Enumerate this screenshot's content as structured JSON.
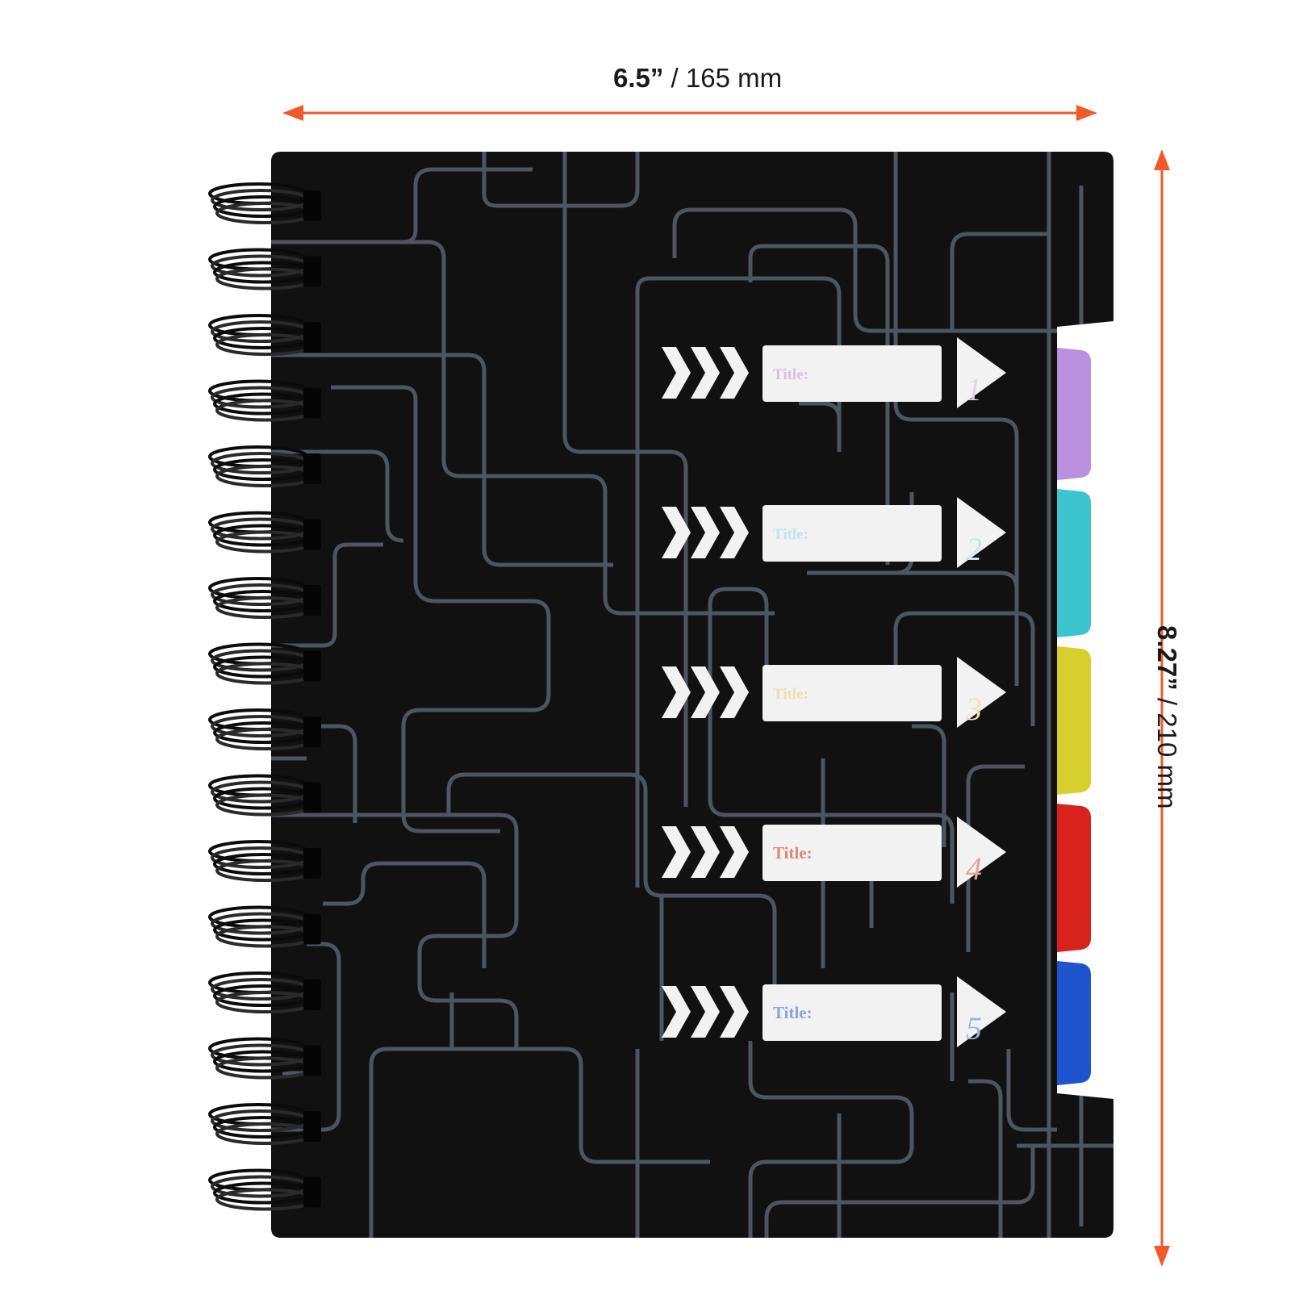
{
  "dimensions": {
    "width_bold": "6.5”",
    "width_rest": " / 165 mm",
    "height_bold": "8.27”",
    "height_rest": " / 210 mm"
  },
  "labels": [
    {
      "title": "Title:",
      "number": "1",
      "color": "#c9a6ce"
    },
    {
      "title": "Title:",
      "number": "2",
      "color": "#a9d7e0"
    },
    {
      "title": "Title:",
      "number": "3",
      "color": "#e6d79a"
    },
    {
      "title": "Title:",
      "number": "4",
      "color": "#d98a7a"
    },
    {
      "title": "Title:",
      "number": "5",
      "color": "#8aa4d6"
    }
  ],
  "tabs": [
    {
      "name": "tab-purple",
      "color": "#b98fe0"
    },
    {
      "name": "tab-cyan",
      "color": "#3cc4cf"
    },
    {
      "name": "tab-yellow",
      "color": "#d6cf2c"
    },
    {
      "name": "tab-red",
      "color": "#d8221c"
    },
    {
      "name": "tab-blue",
      "color": "#1f54cf"
    }
  ],
  "colors": {
    "arrow": "#f0592a",
    "cover": "#111112",
    "pattern_line": "#4c5560"
  }
}
